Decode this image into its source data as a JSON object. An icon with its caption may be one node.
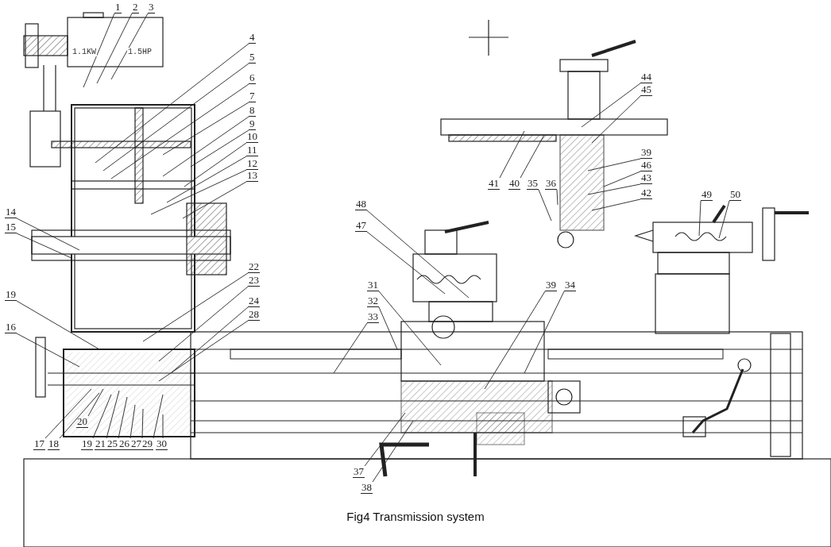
{
  "diagram": {
    "caption": "Fig4 Transmission system",
    "nodes": [
      {
        "text": [
          "1"
        ]
      },
      {
        "text": [
          "2"
        ]
      },
      {
        "text": [
          "3"
        ]
      },
      {
        "text": [
          "4"
        ]
      },
      {
        "text": [
          "5"
        ]
      },
      {
        "text": [
          "6"
        ]
      },
      {
        "text": [
          "7"
        ]
      },
      {
        "text": [
          "8"
        ]
      },
      {
        "text": [
          "9"
        ]
      },
      {
        "text": [
          "10"
        ]
      },
      {
        "text": [
          "11"
        ]
      },
      {
        "text": [
          "12"
        ]
      },
      {
        "text": [
          "13"
        ]
      },
      {
        "text": [
          "14"
        ]
      },
      {
        "text": [
          "15"
        ]
      },
      {
        "text": [
          "19"
        ]
      },
      {
        "text": [
          "16"
        ]
      },
      {
        "text": [
          "22"
        ]
      },
      {
        "text": [
          "23"
        ]
      },
      {
        "text": [
          "24"
        ]
      },
      {
        "text": [
          "28"
        ]
      },
      {
        "text": [
          "17"
        ]
      },
      {
        "text": [
          "18"
        ]
      },
      {
        "text": [
          "20"
        ]
      },
      {
        "text": [
          "19"
        ]
      },
      {
        "text": [
          "21"
        ]
      },
      {
        "text": [
          "25"
        ]
      },
      {
        "text": [
          "26"
        ]
      },
      {
        "text": [
          "27"
        ]
      },
      {
        "text": [
          "29"
        ]
      },
      {
        "text": [
          "30"
        ]
      },
      {
        "text": [
          "44"
        ]
      },
      {
        "text": [
          "45"
        ]
      },
      {
        "text": [
          "39"
        ]
      },
      {
        "text": [
          "46"
        ]
      },
      {
        "text": [
          "43"
        ]
      },
      {
        "text": [
          "42"
        ]
      },
      {
        "text": [
          "41"
        ]
      },
      {
        "text": [
          "40"
        ]
      },
      {
        "text": [
          "35"
        ]
      },
      {
        "text": [
          "36"
        ]
      },
      {
        "text": [
          "48"
        ]
      },
      {
        "text": [
          "47"
        ]
      },
      {
        "text": [
          "31"
        ]
      },
      {
        "text": [
          "32"
        ]
      },
      {
        "text": [
          "33"
        ]
      },
      {
        "text": [
          "37"
        ]
      },
      {
        "text": [
          "38"
        ]
      },
      {
        "text": [
          "39"
        ]
      },
      {
        "text": [
          "34"
        ]
      },
      {
        "text": [
          "49"
        ]
      },
      {
        "text": [
          "50"
        ]
      }
    ],
    "edges": [
      {
        "from": 0,
        "to": null,
        "arrow": "none"
      },
      {
        "from": 1,
        "to": null,
        "arrow": "none"
      },
      {
        "from": 2,
        "to": null,
        "arrow": "none"
      },
      {
        "from": 3,
        "to": null,
        "arrow": "none"
      },
      {
        "from": 4,
        "to": null,
        "arrow": "none"
      },
      {
        "from": 5,
        "to": null,
        "arrow": "none"
      },
      {
        "from": 6,
        "to": null,
        "arrow": "none"
      },
      {
        "from": 7,
        "to": null,
        "arrow": "none"
      },
      {
        "from": 8,
        "to": null,
        "arrow": "none"
      },
      {
        "from": 9,
        "to": null,
        "arrow": "none"
      },
      {
        "from": 10,
        "to": null,
        "arrow": "none"
      },
      {
        "from": 11,
        "to": null,
        "arrow": "none"
      },
      {
        "from": 12,
        "to": null,
        "arrow": "none"
      },
      {
        "from": 13,
        "to": null,
        "arrow": "none"
      },
      {
        "from": 14,
        "to": null,
        "arrow": "none"
      },
      {
        "from": 15,
        "to": null,
        "arrow": "none"
      },
      {
        "from": 16,
        "to": null,
        "arrow": "none"
      },
      {
        "from": 17,
        "to": null,
        "arrow": "none"
      },
      {
        "from": 18,
        "to": null,
        "arrow": "none"
      },
      {
        "from": 19,
        "to": null,
        "arrow": "none"
      },
      {
        "from": 20,
        "to": null,
        "arrow": "none"
      },
      {
        "from": 21,
        "to": null,
        "arrow": "none"
      },
      {
        "from": 22,
        "to": null,
        "arrow": "none"
      },
      {
        "from": 23,
        "to": null,
        "arrow": "none"
      },
      {
        "from": 24,
        "to": null,
        "arrow": "none"
      },
      {
        "from": 25,
        "to": null,
        "arrow": "none"
      },
      {
        "from": 26,
        "to": null,
        "arrow": "none"
      },
      {
        "from": 27,
        "to": null,
        "arrow": "none"
      },
      {
        "from": 28,
        "to": null,
        "arrow": "none"
      },
      {
        "from": 29,
        "to": null,
        "arrow": "none"
      },
      {
        "from": 30,
        "to": null,
        "arrow": "none"
      },
      {
        "from": 31,
        "to": null,
        "arrow": "none"
      },
      {
        "from": 32,
        "to": null,
        "arrow": "none"
      },
      {
        "from": 33,
        "to": null,
        "arrow": "none"
      },
      {
        "from": 34,
        "to": null,
        "arrow": "none"
      },
      {
        "from": 35,
        "to": null,
        "arrow": "none"
      },
      {
        "from": 36,
        "to": null,
        "arrow": "none"
      },
      {
        "from": 37,
        "to": null,
        "arrow": "none"
      },
      {
        "from": 38,
        "to": null,
        "arrow": "none"
      },
      {
        "from": 39,
        "to": null,
        "arrow": "none"
      },
      {
        "from": 40,
        "to": null,
        "arrow": "none"
      },
      {
        "from": 41,
        "to": null,
        "arrow": "none"
      },
      {
        "from": 42,
        "to": null,
        "arrow": "none"
      },
      {
        "from": 43,
        "to": null,
        "arrow": "none"
      },
      {
        "from": 44,
        "to": null,
        "arrow": "none"
      },
      {
        "from": 45,
        "to": null,
        "arrow": "none"
      },
      {
        "from": 46,
        "to": null,
        "arrow": "none"
      },
      {
        "from": 47,
        "to": null,
        "arrow": "none"
      },
      {
        "from": 48,
        "to": null,
        "arrow": "none"
      },
      {
        "from": 49,
        "to": null,
        "arrow": "none"
      },
      {
        "from": 50,
        "to": null,
        "arrow": "none"
      },
      {
        "from": 51,
        "to": null,
        "arrow": "none"
      }
    ],
    "labels": [
      "1.1KW",
      "1.5HP"
    ]
  }
}
